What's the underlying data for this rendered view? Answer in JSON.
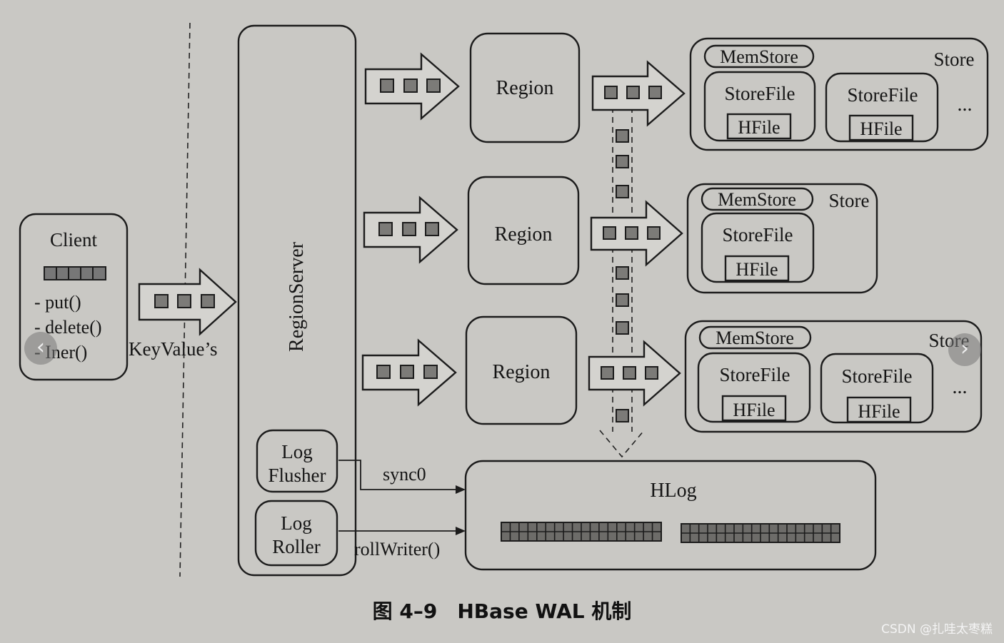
{
  "client": {
    "title": "Client",
    "methods": [
      "- put()",
      "- delete()",
      "- Iner()"
    ]
  },
  "keyvalues_label": "KeyValue’s",
  "regionserver_label": "RegionServer",
  "regions": [
    "Region",
    "Region",
    "Region"
  ],
  "stores": [
    {
      "memstore": "MemStore",
      "store": "Store",
      "storefiles": [
        "StoreFile",
        "StoreFile"
      ],
      "hfile": "HFile",
      "ellipsis": "..."
    },
    {
      "memstore": "MemStore",
      "store": "Store",
      "storefiles": [
        "StoreFile"
      ],
      "hfile": "HFile",
      "ellipsis": ""
    },
    {
      "memstore": "MemStore",
      "store": "Store",
      "storefiles": [
        "StoreFile",
        "StoreFile"
      ],
      "hfile": "HFile",
      "ellipsis": "..."
    }
  ],
  "log_flusher": [
    "Log",
    "Flusher"
  ],
  "log_roller": [
    "Log",
    "Roller"
  ],
  "sync_label": "sync0",
  "rollwriter_label": "rollWriter()",
  "hlog_label": "HLog",
  "caption": "图 4–9　HBase WAL 机制",
  "watermark": "CSDN @扎哇太枣糕",
  "nav": {
    "prev_icon": "‹",
    "next_icon": "›"
  },
  "colors": {
    "paper": "#c9c8c4",
    "ink": "#1c1c1c",
    "square_fill": "#7c7b78"
  }
}
